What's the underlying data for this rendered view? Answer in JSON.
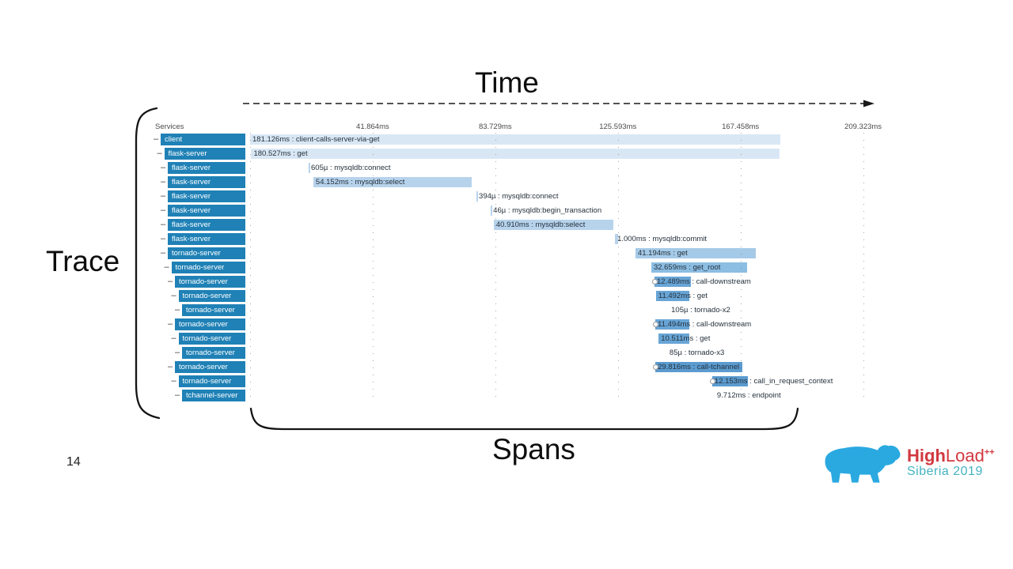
{
  "slide": {
    "page_number": "14",
    "time_label": "Time",
    "trace_label": "Trace",
    "spans_label": "Spans"
  },
  "logo": {
    "brand_bold": "High",
    "brand_rest": "Load",
    "brand_sup": "++",
    "subtitle": "Siberia 2019",
    "bear_color": "#2aa9e1",
    "red": "#d2383f",
    "teal": "#44b3c2"
  },
  "trace_view": {
    "services_header": "Services",
    "axis_max_ms": 231.6,
    "ticks": [
      {
        "label": "41.864ms",
        "ms": 41.864
      },
      {
        "label": "83.729ms",
        "ms": 83.729
      },
      {
        "label": "125.593ms",
        "ms": 125.593
      },
      {
        "label": "167.458ms",
        "ms": 167.458
      },
      {
        "label": "209.323ms",
        "ms": 209.323
      }
    ],
    "colors": {
      "band": "#d9e7f5",
      "light": "#b7d3ec",
      "med1": "#a5cae8",
      "med2": "#8cbde2",
      "dark": "#68a5d6",
      "dark2": "#5b9bd0",
      "service_bar": "#1f81b6"
    },
    "rows": [
      {
        "service": "client",
        "depth": 0,
        "label": "181.126ms : client-calls-server-via-get",
        "start_ms": 0.0,
        "duration_ms": 181.126,
        "tier": "band",
        "bar": true,
        "marker": false
      },
      {
        "service": "flask-server",
        "depth": 1,
        "label": "180.527ms : get",
        "start_ms": 0.4,
        "duration_ms": 180.527,
        "tier": "band",
        "bar": true,
        "marker": false
      },
      {
        "service": "flask-server",
        "depth": 2,
        "label": "605µ : mysqldb:connect",
        "start_ms": 20.0,
        "duration_ms": 0.605,
        "tier": "light",
        "bar": true,
        "marker": false
      },
      {
        "service": "flask-server",
        "depth": 2,
        "label": "54.152ms : mysqldb:select",
        "start_ms": 21.6,
        "duration_ms": 54.152,
        "tier": "light",
        "bar": true,
        "marker": false
      },
      {
        "service": "flask-server",
        "depth": 2,
        "label": "394µ : mysqldb:connect",
        "start_ms": 77.3,
        "duration_ms": 0.394,
        "tier": "light",
        "bar": true,
        "marker": false
      },
      {
        "service": "flask-server",
        "depth": 2,
        "label": "46µ : mysqldb:begin_transaction",
        "start_ms": 82.2,
        "duration_ms": 0.046,
        "tier": "light",
        "bar": true,
        "marker": false
      },
      {
        "service": "flask-server",
        "depth": 2,
        "label": "40.910ms : mysqldb:select",
        "start_ms": 83.2,
        "duration_ms": 40.91,
        "tier": "light",
        "bar": true,
        "marker": false
      },
      {
        "service": "flask-server",
        "depth": 2,
        "label": "1.000ms : mysqldb:commit",
        "start_ms": 124.6,
        "duration_ms": 1.0,
        "tier": "light",
        "bar": true,
        "marker": false
      },
      {
        "service": "tornado-server",
        "depth": 2,
        "label": "41.194ms : get",
        "start_ms": 131.6,
        "duration_ms": 41.194,
        "tier": "med1",
        "bar": true,
        "marker": false
      },
      {
        "service": "tornado-server",
        "depth": 3,
        "label": "32.659ms : get_root",
        "start_ms": 137.0,
        "duration_ms": 32.659,
        "tier": "med2",
        "bar": true,
        "marker": false
      },
      {
        "service": "tornado-server",
        "depth": 4,
        "label": "12.489ms : call-downstream",
        "start_ms": 138.1,
        "duration_ms": 12.489,
        "tier": "dark",
        "bar": true,
        "marker": true
      },
      {
        "service": "tornado-server",
        "depth": 5,
        "label": "11.492ms : get",
        "start_ms": 138.6,
        "duration_ms": 11.492,
        "tier": "dark",
        "bar": true,
        "marker": false
      },
      {
        "service": "tornado-server",
        "depth": 6,
        "label": "105µ : tornado-x2",
        "start_ms": 143.0,
        "duration_ms": 0.105,
        "tier": "light",
        "bar": false,
        "marker": false
      },
      {
        "service": "tornado-server",
        "depth": 4,
        "label": "11.494ms : call-downstream",
        "start_ms": 138.4,
        "duration_ms": 11.494,
        "tier": "dark",
        "bar": true,
        "marker": true
      },
      {
        "service": "tornado-server",
        "depth": 5,
        "label": "10.511ms : get",
        "start_ms": 139.5,
        "duration_ms": 10.511,
        "tier": "dark",
        "bar": true,
        "marker": false
      },
      {
        "service": "tornado-server",
        "depth": 6,
        "label": "85µ : tornado-x3",
        "start_ms": 142.4,
        "duration_ms": 0.085,
        "tier": "light",
        "bar": false,
        "marker": false
      },
      {
        "service": "tornado-server",
        "depth": 4,
        "label": "29.816ms : call-tchannel",
        "start_ms": 138.4,
        "duration_ms": 29.816,
        "tier": "dark2",
        "bar": true,
        "marker": true
      },
      {
        "service": "tornado-server",
        "depth": 5,
        "label": "12.153ms : call_in_request_context",
        "start_ms": 157.8,
        "duration_ms": 12.153,
        "tier": "dark2",
        "bar": true,
        "marker": true
      },
      {
        "service": "tchannel-server",
        "depth": 6,
        "label": "9.712ms : endpoint",
        "start_ms": 158.6,
        "duration_ms": 9.712,
        "tier": "light",
        "bar": false,
        "marker": false
      }
    ]
  }
}
